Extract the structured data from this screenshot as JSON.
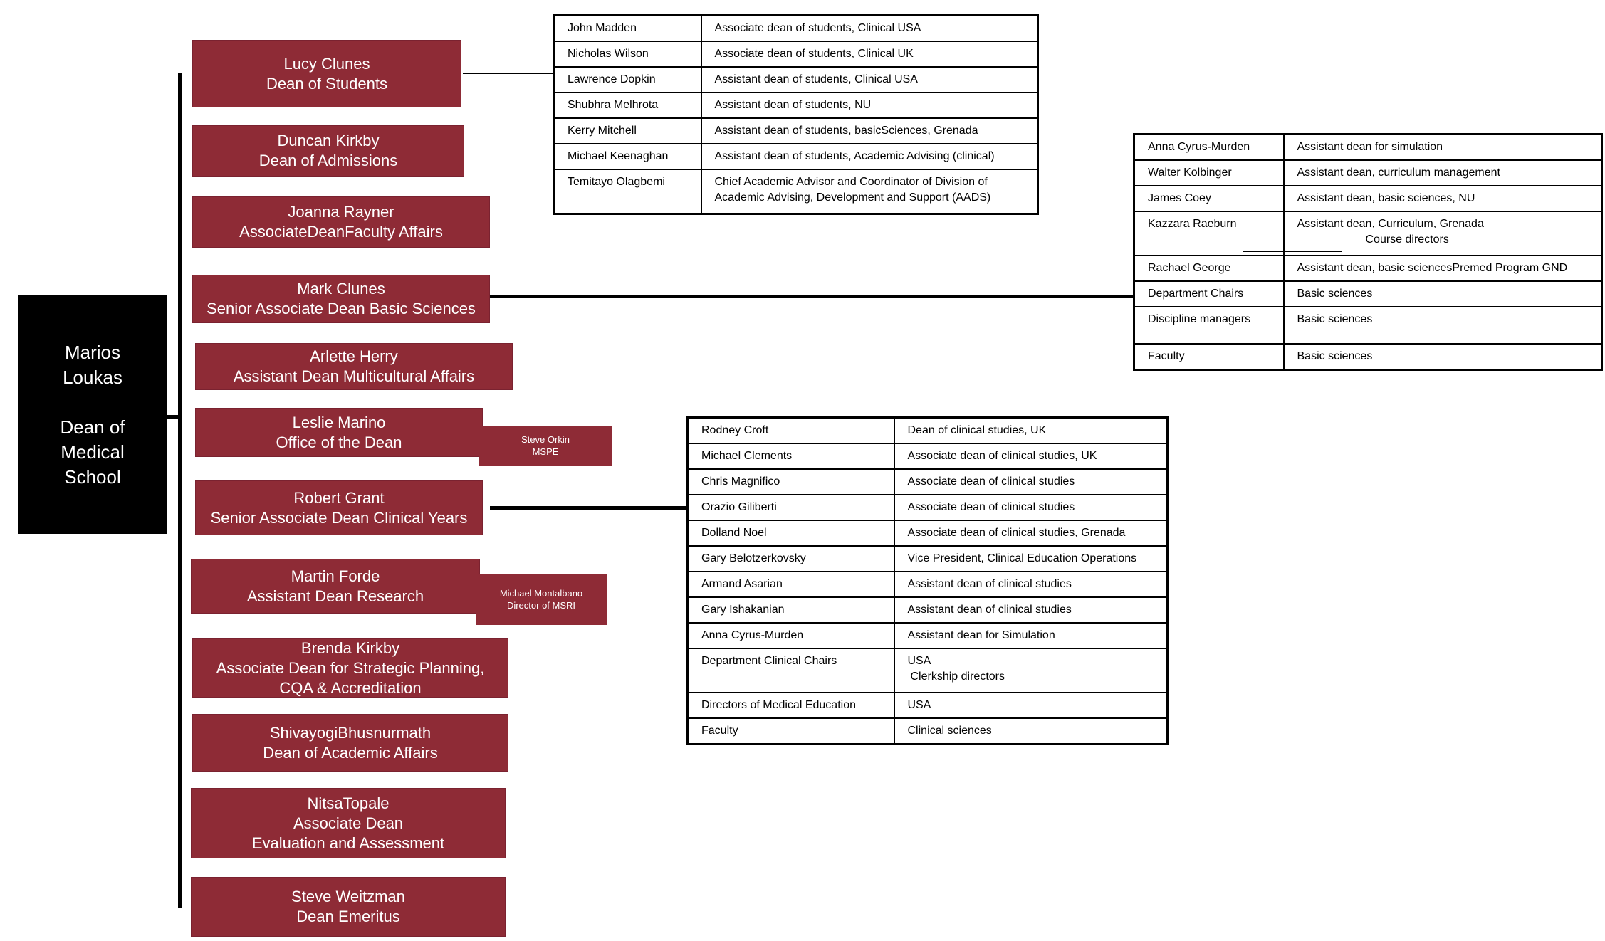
{
  "root": {
    "name_line1": "Marios",
    "name_line2": "Loukas",
    "title_line1": "Dean of",
    "title_line2": "Medical",
    "title_line3": "School"
  },
  "deans": [
    {
      "name": "Lucy Clunes",
      "title": "Dean of Students"
    },
    {
      "name": "Duncan Kirkby",
      "title": "Dean of Admissions"
    },
    {
      "name": "Joanna Rayner",
      "title": "AssociateDeanFaculty Affairs"
    },
    {
      "name": "Mark Clunes",
      "title": "Senior Associate Dean Basic Sciences"
    },
    {
      "name": "Arlette Herry",
      "title": "Assistant Dean Multicultural Affairs"
    },
    {
      "name": "Leslie Marino",
      "title": "Office of the Dean"
    },
    {
      "name": "Robert Grant",
      "title": "Senior Associate Dean Clinical Years"
    },
    {
      "name": "Martin Forde",
      "title": "Assistant Dean Research"
    },
    {
      "name": "Brenda Kirkby",
      "title": "Associate Dean for Strategic Planning,",
      "title2": "CQA & Accreditation"
    },
    {
      "name": "ShivayogiBhusnurmath",
      "title": "Dean of Academic Affairs"
    },
    {
      "name": "NitsaTopale",
      "title": "Associate Dean",
      "title2": "Evaluation and Assessment"
    },
    {
      "name": "Steve Weitzman",
      "title": "Dean Emeritus"
    }
  ],
  "side_boxes": {
    "orkin": {
      "name": "Steve Orkin",
      "title": "MSPE"
    },
    "montalbano": {
      "name": "Michael Montalbano",
      "title": "Director of MSRI"
    }
  },
  "students_table": [
    {
      "name": "John Madden",
      "role": "Associate dean of students, Clinical USA"
    },
    {
      "name": "Nicholas Wilson",
      "role": "Associate dean of students, Clinical UK"
    },
    {
      "name": "Lawrence Dopkin",
      "role": "Assistant dean of students, Clinical USA"
    },
    {
      "name": "Shubhra Melhrota",
      "role": "Assistant dean of students, NU"
    },
    {
      "name": "Kerry Mitchell",
      "role": "Assistant dean of students, basicSciences, Grenada"
    },
    {
      "name": "Michael Keenaghan",
      "role": "Assistant dean of students, Academic Advising (clinical)"
    },
    {
      "name": "Temitayo Olagbemi",
      "role": "Chief Academic Advisor and Coordinator of Division of",
      "role2": "Academic Advising, Development and Support (AADS)"
    }
  ],
  "basic_table": [
    {
      "name": "Anna Cyrus-Murden",
      "role": "Assistant dean for simulation"
    },
    {
      "name": "Walter Kolbinger",
      "role": "Assistant dean, curriculum management"
    },
    {
      "name": "James Coey",
      "role": "Assistant dean, basic sciences, NU"
    },
    {
      "name": "Kazzara Raeburn",
      "role": "Assistant dean, Curriculum, Grenada",
      "role2": "Course directors"
    },
    {
      "name": "Rachael George",
      "role": "Assistant dean, basic sciencesPremed Program GND"
    },
    {
      "name": "Department Chairs",
      "role": "Basic sciences"
    },
    {
      "name": "Discipline managers",
      "role": "Basic sciences"
    },
    {
      "name": "Faculty",
      "role": "Basic sciences"
    }
  ],
  "clinical_table": [
    {
      "name": "Rodney Croft",
      "role": "Dean of clinical studies, UK"
    },
    {
      "name": "Michael Clements",
      "role": "Associate dean of clinical studies, UK"
    },
    {
      "name": "Chris Magnifico",
      "role": "Associate dean of clinical studies"
    },
    {
      "name": "Orazio Giliberti",
      "role": "Associate dean of clinical studies"
    },
    {
      "name": "Dolland Noel",
      "role": "Associate dean of clinical studies, Grenada"
    },
    {
      "name": "Gary Belotzerkovsky",
      "role": "Vice President, Clinical Education Operations"
    },
    {
      "name": "Armand Asarian",
      "role": "Assistant dean of clinical studies"
    },
    {
      "name": "Gary Ishakanian",
      "role": "Assistant dean of clinical studies"
    },
    {
      "name": "Anna Cyrus-Murden",
      "role": "Assistant dean for Simulation"
    },
    {
      "name": "Department Clinical Chairs",
      "role": "USA",
      "role2": "Clerkship directors"
    },
    {
      "name": "Directors of Medical Education",
      "role": "USA"
    },
    {
      "name": "Faculty",
      "role": "Clinical sciences"
    }
  ]
}
